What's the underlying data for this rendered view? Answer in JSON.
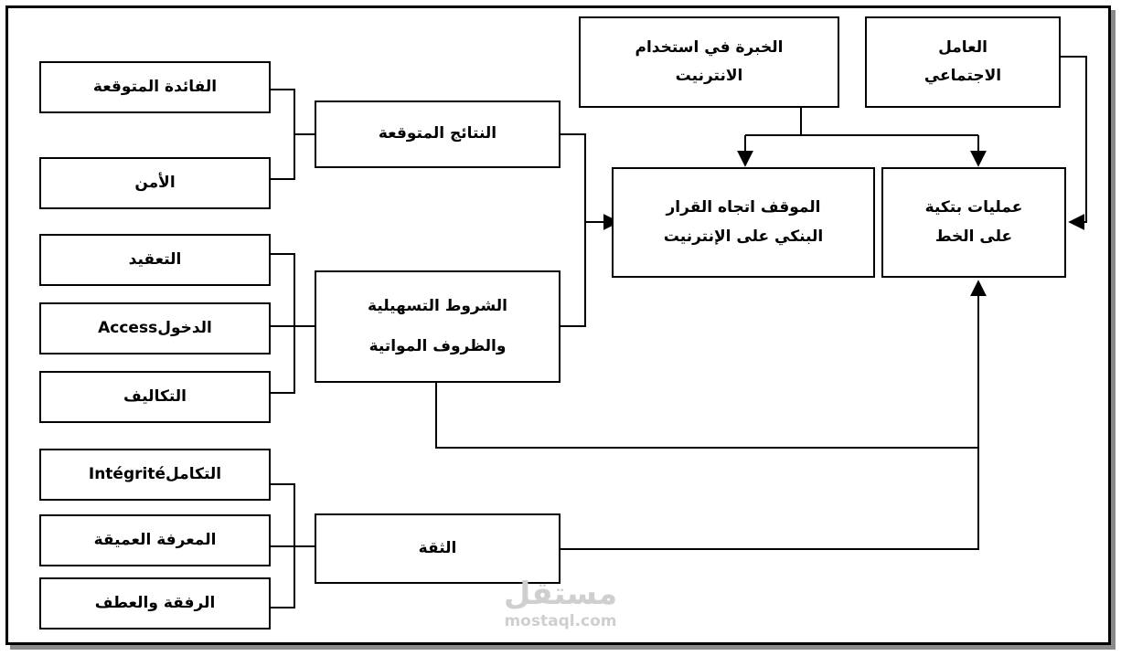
{
  "diagram": {
    "nodes": {
      "expected_benefit": "الفائدة المتوقعة",
      "security": "الأمن",
      "complexity": "التعقيد",
      "access": "الدخولAccess",
      "costs": "التكاليف",
      "integrity": "التكاملIntégrité",
      "deep_knowledge": "المعرفة العميقة",
      "kindness": "الرفقة والعطف",
      "expected_results": "النتائج المتوقعة",
      "facilitating_conditions": [
        "الشروط التسهيلية",
        "والظروف المواتية"
      ],
      "trust": "الثقة",
      "internet_experience": [
        "الخبرة في استخدام",
        "الانترنيت"
      ],
      "social_factor": [
        "العامل",
        "الاجتماعي"
      ],
      "attitude": [
        "الموقف اتجاه القرار",
        "البنكي على الإنترنيت"
      ],
      "adoption": [
        "عمليات بتكية",
        "على الخط"
      ]
    }
  },
  "watermark": {
    "arabic": "مستقل",
    "latin": "mostaql.com"
  },
  "colors": {
    "line": "#000000",
    "background": "#ffffff",
    "shadow": "#8a8a8a",
    "watermark": "#cfcfcf"
  }
}
